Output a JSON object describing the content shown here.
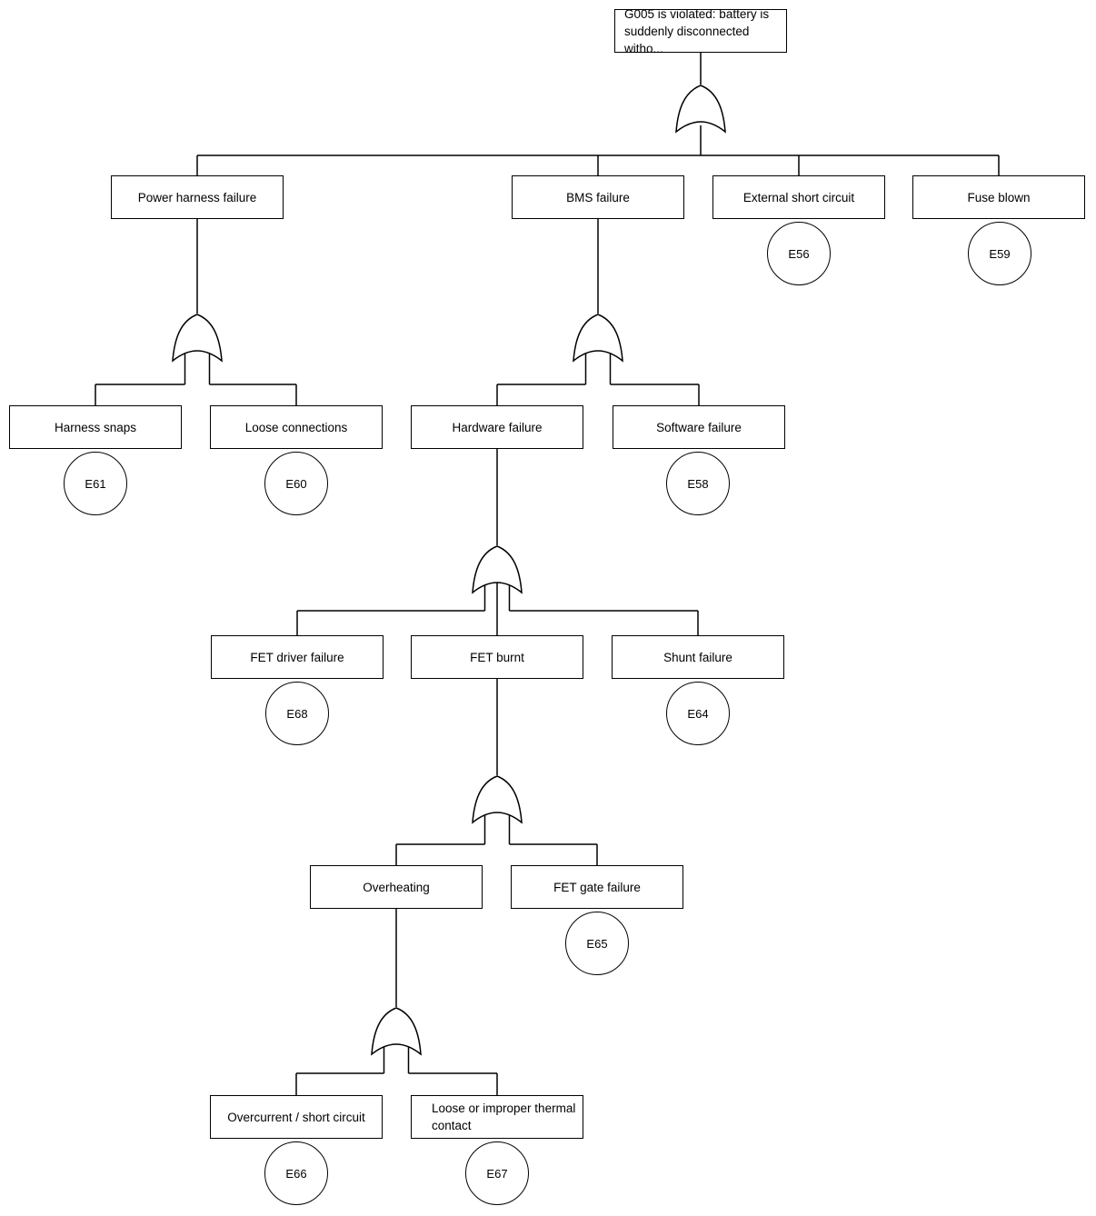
{
  "diagram": {
    "kind": "fault-tree",
    "gate_type": "OR",
    "colors": {
      "line": "#000000",
      "background": "#ffffff",
      "shape_fill": "#ffffff"
    }
  },
  "nodes": {
    "top_event": {
      "label": "G005 is violated: battery is\nsuddenly disconnected witho..."
    },
    "power_harness": {
      "label": "Power harness failure"
    },
    "bms": {
      "label": "BMS failure"
    },
    "external_short": {
      "label": "External short circuit",
      "event": "E56"
    },
    "fuse_blown": {
      "label": "Fuse blown",
      "event": "E59"
    },
    "harness_snaps": {
      "label": "Harness snaps",
      "event": "E61"
    },
    "loose_connections": {
      "label": "Loose connections",
      "event": "E60"
    },
    "hardware": {
      "label": "Hardware failure"
    },
    "software": {
      "label": "Software failure",
      "event": "E58"
    },
    "fet_driver": {
      "label": "FET driver failure",
      "event": "E68"
    },
    "fet_burnt": {
      "label": "FET burnt"
    },
    "shunt": {
      "label": "Shunt failure",
      "event": "E64"
    },
    "overheating": {
      "label": "Overheating"
    },
    "fet_gate": {
      "label": "FET gate failure",
      "event": "E65"
    },
    "overcurrent": {
      "label": "Overcurrent / short circuit",
      "event": "E66"
    },
    "thermal_contact": {
      "label": "Loose or improper thermal\ncontact",
      "event": "E67"
    }
  },
  "events": {
    "e56": {
      "label": "E56"
    },
    "e59": {
      "label": "E59"
    },
    "e61": {
      "label": "E61"
    },
    "e60": {
      "label": "E60"
    },
    "e58": {
      "label": "E58"
    },
    "e68": {
      "label": "E68"
    },
    "e64": {
      "label": "E64"
    },
    "e65": {
      "label": "E65"
    },
    "e66": {
      "label": "E66"
    },
    "e67": {
      "label": "E67"
    }
  },
  "structure": [
    {
      "parent": "top_event",
      "gate": "OR",
      "children": [
        "power_harness",
        "bms",
        "external_short",
        "fuse_blown"
      ]
    },
    {
      "parent": "power_harness",
      "gate": "OR",
      "children": [
        "harness_snaps",
        "loose_connections"
      ]
    },
    {
      "parent": "bms",
      "gate": "OR",
      "children": [
        "hardware",
        "software"
      ]
    },
    {
      "parent": "hardware",
      "gate": "OR",
      "children": [
        "fet_driver",
        "fet_burnt",
        "shunt"
      ]
    },
    {
      "parent": "fet_burnt",
      "gate": "OR",
      "children": [
        "overheating",
        "fet_gate"
      ]
    },
    {
      "parent": "overheating",
      "gate": "OR",
      "children": [
        "overcurrent",
        "thermal_contact"
      ]
    }
  ]
}
